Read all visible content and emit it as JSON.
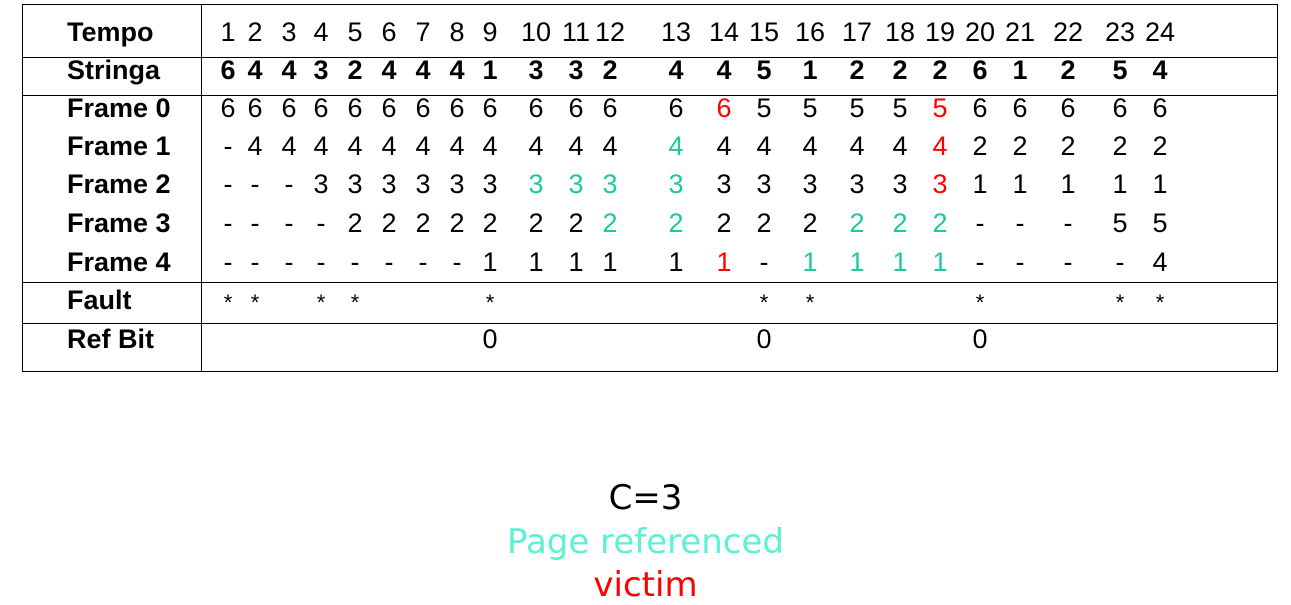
{
  "colors": {
    "text": "#000000",
    "referenced": "#1fc99a",
    "victim": "#ff0000",
    "legend_referenced": "#5ef0d4"
  },
  "rows": [
    {
      "key": "tempo",
      "label": "Tempo",
      "bold_values": false,
      "cells": [
        "1",
        "2",
        "3",
        "4",
        "5",
        "6",
        "7",
        "8",
        "9",
        "10",
        "11",
        "12",
        "13",
        "14",
        "15",
        "16",
        "17",
        "18",
        "19",
        "20",
        "21",
        "22",
        "23",
        "24"
      ],
      "status": []
    },
    {
      "key": "stringa",
      "label": "Stringa",
      "bold_values": true,
      "cells": [
        "6",
        "4",
        "4",
        "3",
        "2",
        "4",
        "4",
        "4",
        "1",
        "3",
        "3",
        "2",
        "4",
        "4",
        "5",
        "1",
        "2",
        "2",
        "2",
        "6",
        "1",
        "2",
        "5",
        "4"
      ],
      "status": []
    },
    {
      "key": "frame0",
      "label": "Frame 0",
      "bold_values": false,
      "cells": [
        "6",
        "6",
        "6",
        "6",
        "6",
        "6",
        "6",
        "6",
        "6",
        "6",
        "6",
        "6",
        "6",
        "6",
        "5",
        "5",
        "5",
        "5",
        "5",
        "6",
        "6",
        "6",
        "6",
        "6"
      ],
      "status": [
        "",
        "",
        "",
        "",
        "",
        "",
        "",
        "",
        "",
        "",
        "",
        "",
        "",
        "victim",
        "",
        "",
        "",
        "",
        "victim",
        "",
        "",
        "",
        "",
        ""
      ]
    },
    {
      "key": "frame1",
      "label": "Frame 1",
      "bold_values": false,
      "cells": [
        "-",
        "4",
        "4",
        "4",
        "4",
        "4",
        "4",
        "4",
        "4",
        "4",
        "4",
        "4",
        "4",
        "4",
        "4",
        "4",
        "4",
        "4",
        "4",
        "2",
        "2",
        "2",
        "2",
        "2"
      ],
      "status": [
        "",
        "",
        "",
        "",
        "",
        "",
        "",
        "",
        "",
        "",
        "",
        "",
        "ref",
        "",
        "",
        "",
        "",
        "",
        "victim",
        "",
        "",
        "",
        "",
        ""
      ]
    },
    {
      "key": "frame2",
      "label": "Frame 2",
      "bold_values": false,
      "cells": [
        "-",
        "-",
        "-",
        "3",
        "3",
        "3",
        "3",
        "3",
        "3",
        "3",
        "3",
        "3",
        "3",
        "3",
        "3",
        "3",
        "3",
        "3",
        "3",
        "1",
        "1",
        "1",
        "1",
        "1"
      ],
      "status": [
        "",
        "",
        "",
        "",
        "",
        "",
        "",
        "",
        "",
        "ref",
        "ref",
        "ref",
        "ref",
        "",
        "",
        "",
        "",
        "",
        "victim",
        "",
        "",
        "",
        "",
        ""
      ]
    },
    {
      "key": "frame3",
      "label": "Frame 3",
      "bold_values": false,
      "cells": [
        "-",
        "-",
        "-",
        "-",
        "2",
        "2",
        "2",
        "2",
        "2",
        "2",
        "2",
        "2",
        "2",
        "2",
        "2",
        "2",
        "2",
        "2",
        "2",
        "-",
        "-",
        "-",
        "5",
        "5"
      ],
      "status": [
        "",
        "",
        "",
        "",
        "",
        "",
        "",
        "",
        "",
        "",
        "",
        "ref",
        "ref",
        "",
        "",
        "",
        "ref",
        "ref",
        "ref",
        "",
        "",
        "",
        "",
        ""
      ]
    },
    {
      "key": "frame4",
      "label": "Frame 4",
      "bold_values": false,
      "cells": [
        "-",
        "-",
        "-",
        "-",
        "-",
        "-",
        "-",
        "-",
        "1",
        "1",
        "1",
        "1",
        "1",
        "1",
        "-",
        "1",
        "1",
        "1",
        "1",
        "-",
        "-",
        "-",
        "-",
        "4"
      ],
      "status": [
        "",
        "",
        "",
        "",
        "",
        "",
        "",
        "",
        "",
        "",
        "",
        "",
        "",
        "victim",
        "",
        "ref",
        "ref",
        "ref",
        "ref",
        "",
        "",
        "",
        "",
        ""
      ]
    },
    {
      "key": "fault",
      "label": "Fault",
      "bold_values": false,
      "cells": [
        "*",
        "*",
        "",
        "*",
        "*",
        "",
        "",
        "",
        "*",
        "",
        "",
        "",
        "",
        "",
        "*",
        "*",
        "",
        "",
        "",
        "*",
        "",
        "",
        "*",
        "*"
      ],
      "status": []
    },
    {
      "key": "refbit",
      "label": "Ref Bit",
      "bold_values": false,
      "cells": [
        "",
        "",
        "",
        "",
        "",
        "",
        "",
        "",
        "0",
        "",
        "",
        "",
        "",
        "",
        "0",
        "",
        "",
        "",
        "",
        "0",
        "",
        "",
        "",
        ""
      ],
      "status": []
    }
  ],
  "legend": {
    "capacity": "C=3",
    "referenced": "Page referenced",
    "victim": "victim"
  }
}
